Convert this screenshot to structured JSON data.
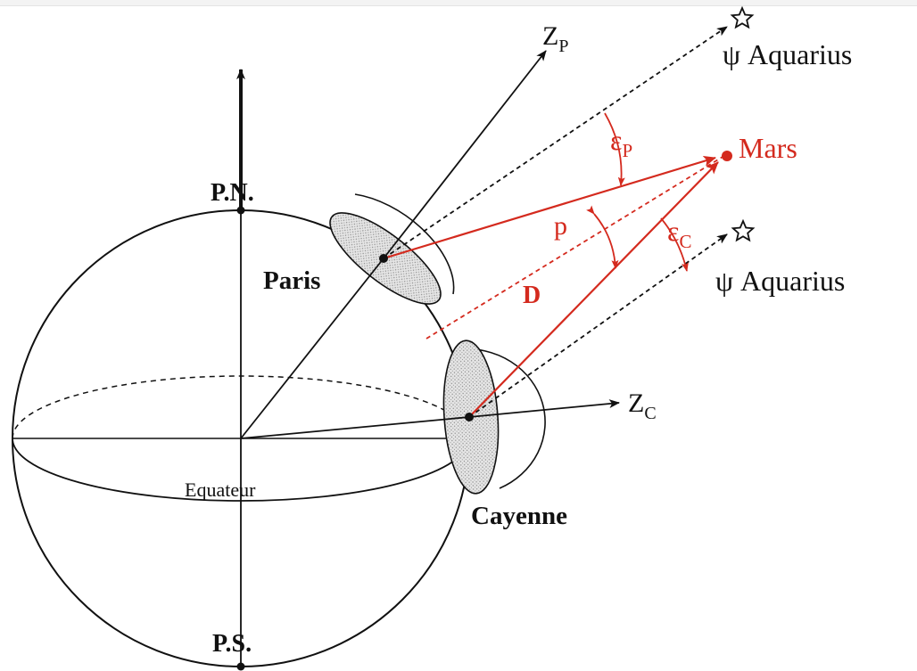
{
  "labels": {
    "north_pole": "P.N.",
    "south_pole": "P.S.",
    "paris": "Paris",
    "cayenne": "Cayenne",
    "equator": "Equateur",
    "zenith_paris": {
      "base": "Z",
      "sub": "P"
    },
    "zenith_cayenne": {
      "base": "Z",
      "sub": "C"
    },
    "star_top": "ψ Aquarius",
    "star_bottom": "ψ Aquarius",
    "mars": "Mars",
    "angle_paris": {
      "base": "ε",
      "sub": "P"
    },
    "angle_cayenne": {
      "base": "ε",
      "sub": "C"
    },
    "parallax": "p",
    "distance": "D"
  },
  "colors": {
    "ink": "#111111",
    "mars_red": "#d42a1e",
    "hatch": "#cfcfcf"
  }
}
